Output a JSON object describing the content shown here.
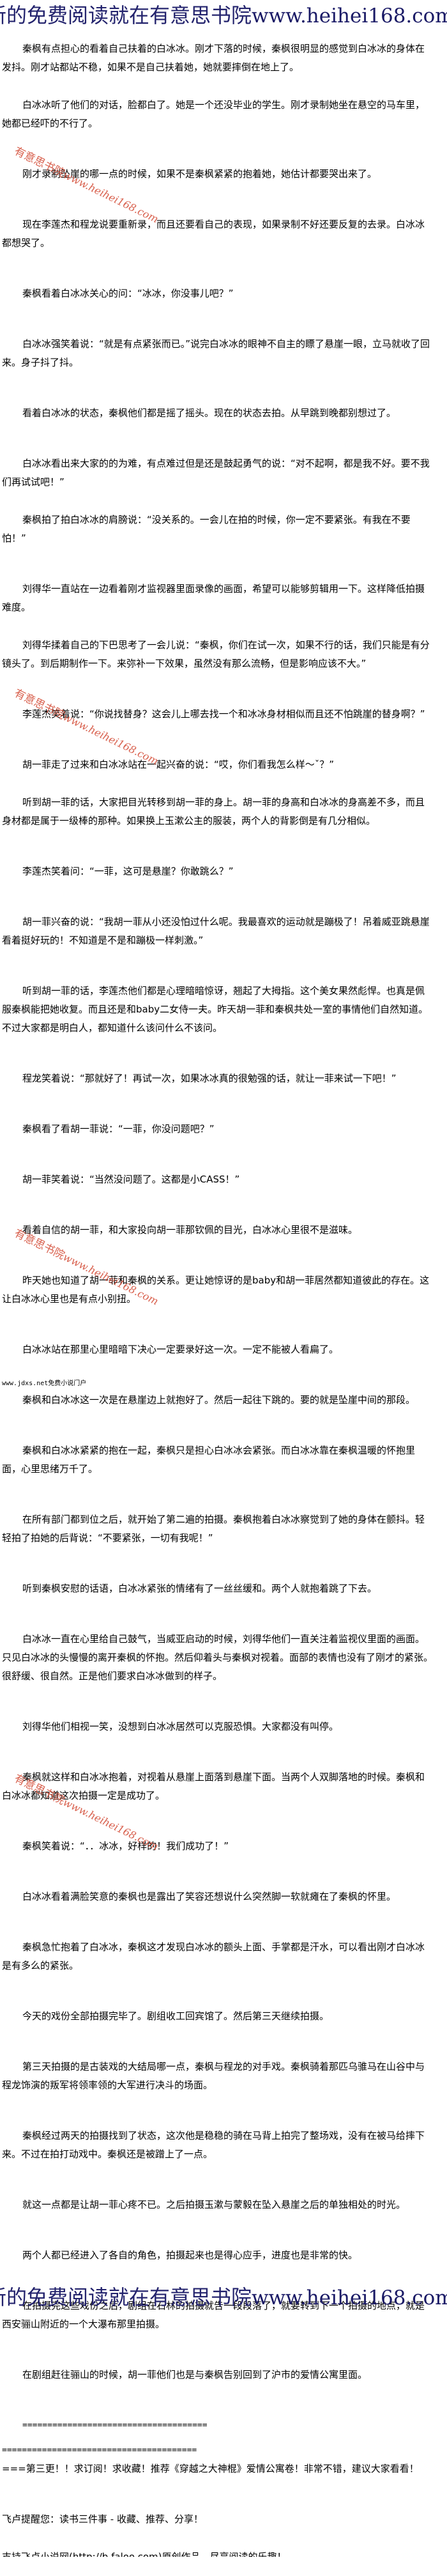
{
  "banner": {
    "text": "新的免费阅读就在有意思书院",
    "url": "www.heihei168.com"
  },
  "watermark": {
    "site_name": "有意思书院",
    "url": "www.heihei168.com"
  },
  "paragraphs": [
    "秦枫有点担心的看着自己扶着的白冰冰。刚才下落的时候，秦枫很明显的感觉到白冰冰的身体在发抖。刚才站都站不稳，如果不是自己扶着她，她就要摔倒在地上了。",
    "白冰冰听了他们的对话，脸都白了。她是一个还没毕业的学生。刚才录制她坐在悬空的马车里，她都已经吓的不行了。",
    "刚才录制坠崖的哪一点的时候，如果不是秦枫紧紧的抱着她，她估计都要哭出来了。",
    "现在李莲杰和程龙说要重新录，而且还要看自己的表现，如果录制不好还要反复的去录。白冰冰都想哭了。",
    "秦枫看着白冰冰关心的问：“冰冰，你没事儿吧？”",
    "白冰冰强笑着说：“就是有点紧张而已。”说完白冰冰的眼神不自主的瞟了悬崖一眼，立马就收了回来。身子抖了抖。",
    "看着白冰冰的状态，秦枫他们都是摇了摇头。现在的状态去拍。从早跳到晚都别想过了。",
    "白冰冰看出来大家的的为难，有点难过但是还是鼓起勇气的说：“对不起啊，都是我不好。要不我们再试试吧！”",
    "秦枫拍了拍白冰冰的肩膀说：“没关系的。一会儿在拍的时候，你一定不要紧张。有我在不要怕！”",
    "刘得华一直站在一边看着刚才监视器里面录像的画面，希望可以能够剪辑用一下。这样降低拍摄难度。",
    "刘得华揉着自己的下巴思考了一会儿说：“秦枫，你们在试一次，如果不行的话，我们只能是有分镜头了。到后期制作一下。来弥补一下效果，虽然没有那么流畅，但是影响应该不大。”",
    "李莲杰笑着说：“你说找替身？这会儿上哪去找一个和冰冰身材相似而且还不怕跳崖的替身啊？”",
    "胡一菲走了过来和白冰冰站在一起兴奋的说：“哎，你们看我怎么样～ˇ？”",
    "听到胡一菲的话，大家把目光转移到胡一菲的身上。胡一菲的身高和白冰冰的身高差不多，而且身材都是属于一级棒的那种。如果换上玉漱公主的服装，两个人的背影倒是有几分相似。",
    "李莲杰笑着问：“一菲，这可是悬崖？你敢跳么？”",
    "胡一菲兴奋的说：“我胡一菲从小还没怕过什么呢。我最喜欢的运动就是蹦极了！吊着威亚跳悬崖看着挺好玩的！不知道是不是和蹦极一样刺激。”",
    "听到胡一菲的话，李莲杰他们都是心理暗暗惊讶，翘起了大拇指。这个美女果然彪悍。也真是佩服秦枫能把她收复。而且还是和baby二女侍一夫。昨天胡一菲和秦枫共处一室的事情他们自然知道。不过大家都是明白人，都知道什么该问什么不该问。",
    "程龙笑着说：“那就好了！再试一次，如果冰冰真的很勉强的话，就让一菲来试一下吧！”",
    "秦枫看了看胡一菲说：“一菲，你没问题吧？”",
    "胡一菲笑着说：“当然没问题了。这都是小CASS！”",
    "看着自信的胡一菲，和大家投向胡一菲那钦佩的目光，白冰冰心里很不是滋味。",
    "昨天她也知道了胡一菲和秦枫的关系。更让她惊讶的是baby和胡一菲居然都知道彼此的存在。这让白冰冰心里也是有点小别扭。",
    "白冰冰站在那里心里暗暗下决心一定要录好这一次。一定不能被人看扁了。",
    "秦枫和白冰冰这一次是在悬崖边上就抱好了。然后一起往下跳的。要的就是坠崖中间的那段。",
    "秦枫和白冰冰紧紧的抱在一起，秦枫只是担心白冰冰会紧张。而白冰冰靠在秦枫温暖的怀抱里面，心里思绪万千了。",
    "在所有部门都到位之后，就开始了第二遍的拍摄。秦枫抱着白冰冰察觉到了她的身体在颤抖。轻轻拍了拍她的后背说：“不要紧张，一切有我呢！”",
    "听到秦枫安慰的话语，白冰冰紧张的情绪有了一丝丝缓和。两个人就抱着跳了下去。",
    "白冰冰一直在心里给自己鼓气，当威亚启动的时候，刘得华他们一直关注着监视仪里面的画面。只见白冰冰的头慢慢的离开秦枫的怀抱。然后仰着头与秦枫对视着。面部的表情也没有了刚才的紧张。很舒缓、很自然。正是他们要求白冰冰做到的样子。",
    "刘得华他们相视一笑，没想到白冰冰居然可以克服恐惧。大家都没有叫停。",
    "秦枫就这样和白冰冰抱着，对视着从悬崖上面落到悬崖下面。当两个人双脚落地的时候。秦枫和白冰冰都知道这次拍摄一定是成功了。",
    "秦枫笑着说：“．．冰冰，好样的！我们成功了！”",
    "白冰冰看着满脸笑意的秦枫也是露出了笑容还想说什么突然脚一软就瘫在了秦枫的怀里。",
    "秦枫急忙抱着了白冰冰，秦枫这才发现白冰冰的额头上面、手掌都是汗水，可以看出刚才白冰冰是有多么的紧张。",
    "今天的戏份全部拍摄完毕了。剧组收工回宾馆了。然后第三天继续拍摄。",
    "第三天拍摄的是古装戏的大结局哪一点，秦枫与程龙的对手戏。秦枫骑着那匹乌骓马在山谷中与程龙饰演的叛军将领率领的大军进行决斗的场面。",
    "秦枫经过两天的拍摄找到了状态，这次他是稳稳的骑在马背上拍完了整场戏，没有在被马给摔下来。不过在拍打动戏中。秦枫还是被蹭上了一点。",
    "就这一点都是让胡一菲心疼不已。之后拍摄玉漱与蒙毅在坠入悬崖之后的单独相处的时光。",
    "两个人都已经进入了各自的角色，拍摄起来也是得心应手，进度也是非常的快。",
    "在拍摄完这些戏份之后，剧组在石林的拍摄就告一段段落了，就要转到下一个拍摄的地点，就是西安骊山附近的一个大瀑布那里拍摄。",
    "在剧组赶往骊山的时候，胡一菲他们也是与秦枫告别回到了沪市的爱情公寓里面。"
  ],
  "inline_site_note": "www.jdxs.net免费小说门户",
  "divider_1": "=====================================",
  "divider_2": "=======================================",
  "author_note": "===第三更！！求订阅！求收藏！推荐《穿越之大神棍》爱情公寓卷！非常不错，建议大家看看！",
  "reminder": "飞卢提醒您：读书三件事 - 收藏、推荐、分享！",
  "support_line": "支持飞卢小说网(http://b.faloo.com)原创作品，尽享阅读的乐趣！"
}
